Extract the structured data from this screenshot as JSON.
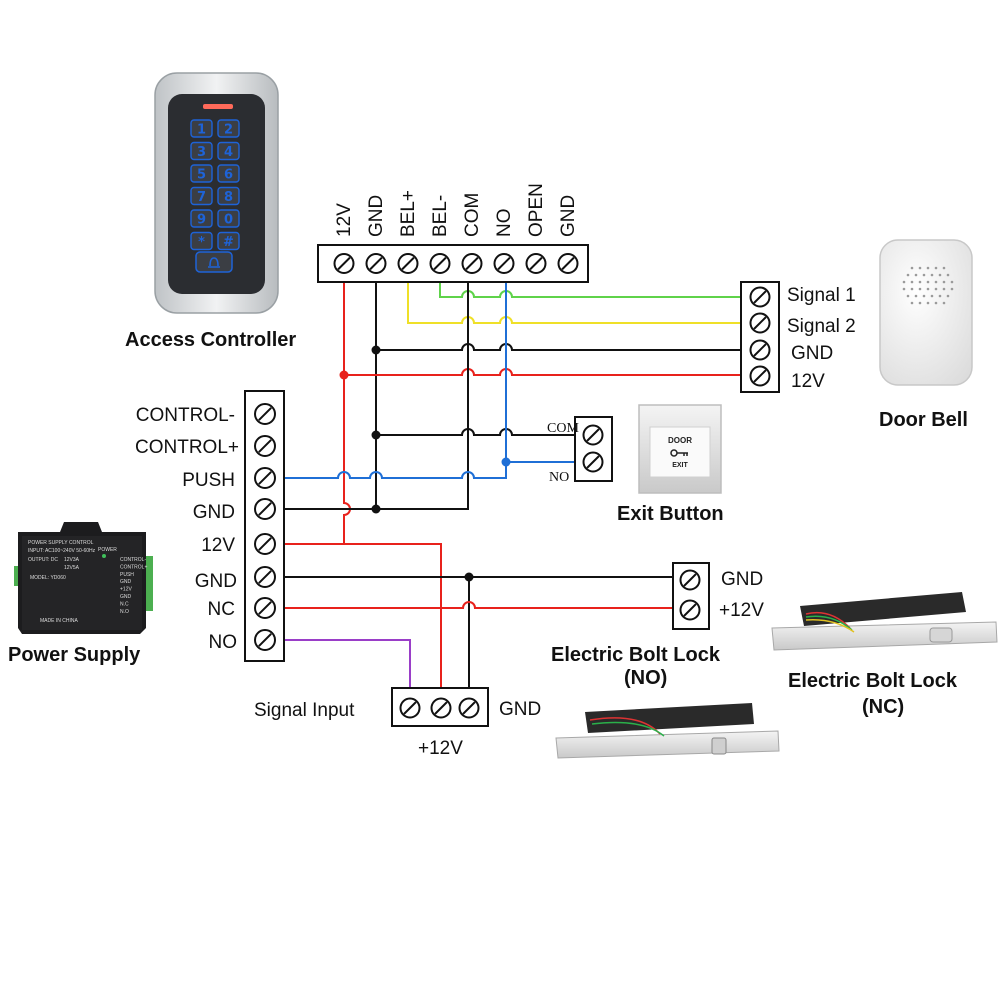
{
  "access_controller": {
    "label": "Access Controller",
    "keys": [
      "1",
      "2",
      "3",
      "4",
      "5",
      "6",
      "7",
      "8",
      "9",
      "0",
      "*",
      "#"
    ],
    "terminals": [
      "12V",
      "GND",
      "BEL+",
      "BEL-",
      "COM",
      "NO",
      "OPEN",
      "GND"
    ]
  },
  "door_bell": {
    "label": "Door Bell",
    "terminals": [
      "Signal 1",
      "Signal 2",
      "GND",
      "12V"
    ]
  },
  "power_supply": {
    "label": "Power Supply",
    "terminals": [
      "CONTROL-",
      "CONTROL+",
      "PUSH",
      "GND",
      "12V",
      "GND",
      "NC",
      "NO"
    ],
    "device_text": {
      "title": "POWER SUPPLY CONTROL",
      "input": "INPUT: AC100~240V 50-60Hz",
      "output": "OUTPUT: DC",
      "out_a": "12V3A",
      "out_b": "12V5A",
      "model": "MODEL: YD060",
      "made": "MADE IN CHINA",
      "power": "POWER",
      "side": [
        "CONTROL-",
        "CONTROL+",
        "PUSH",
        "GND",
        "+12V",
        "GND",
        "N.C",
        "N.O"
      ]
    }
  },
  "exit_button": {
    "label": "Exit Button",
    "terminals": [
      "COM",
      "NO"
    ],
    "face_top": "DOOR",
    "face_bottom": "EXIT"
  },
  "bolt_lock_nc": {
    "label_line1": "Electric Bolt Lock",
    "label_line2": "(NC)",
    "terminals": [
      "GND",
      "+12V"
    ]
  },
  "bolt_lock_no": {
    "label_line1": "Electric Bolt Lock",
    "label_line2": "(NO)",
    "terminal_left": "Signal Input",
    "terminal_right": "GND",
    "terminal_bottom": "+12V"
  },
  "colors": {
    "red": "#e8221c",
    "black": "#111111",
    "blue": "#1f6fd6",
    "green": "#5fd34a",
    "yellow": "#efe028",
    "purple": "#9a3ec8",
    "key_blue": "#1e63d8"
  }
}
